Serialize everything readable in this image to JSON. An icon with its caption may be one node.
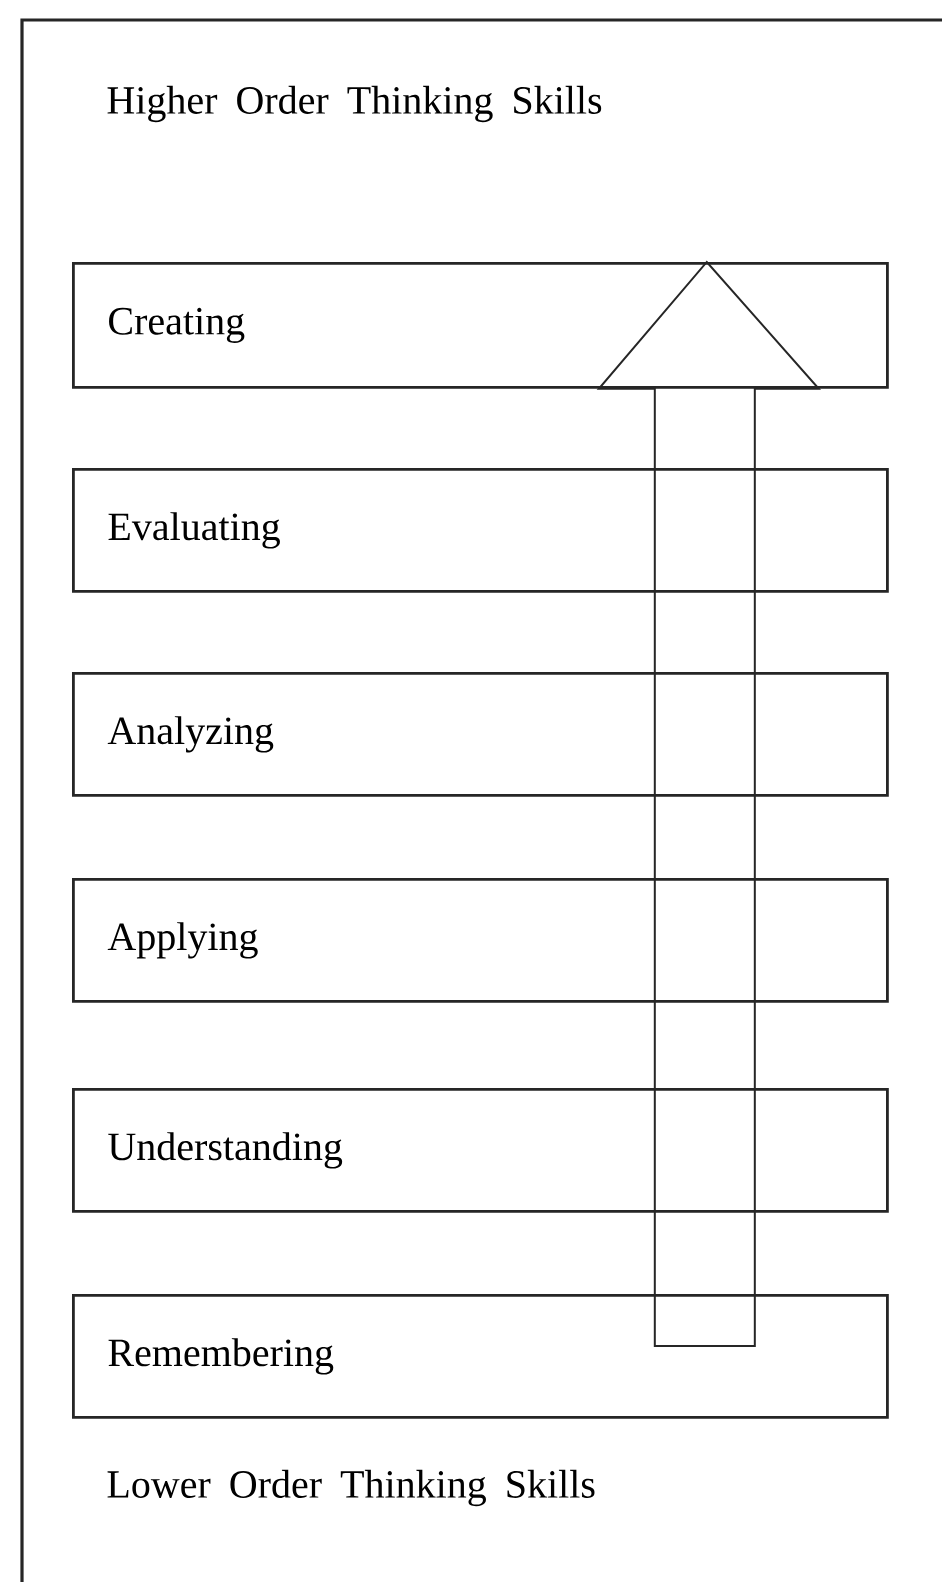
{
  "diagram": {
    "nodes": [
      {
        "text": [
          "Creating"
        ]
      },
      {
        "text": [
          "Evaluating"
        ]
      },
      {
        "text": [
          "Analyzing"
        ]
      },
      {
        "text": [
          "Applying"
        ]
      },
      {
        "text": [
          "Understanding"
        ]
      },
      {
        "text": [
          "Remembering"
        ]
      }
    ],
    "edges": [
      {
        "from": 5,
        "to": 0,
        "arrow": "to"
      }
    ],
    "labels": [
      "Higher Order Thinking Skills",
      "Lower Order Thinking Skills"
    ]
  }
}
